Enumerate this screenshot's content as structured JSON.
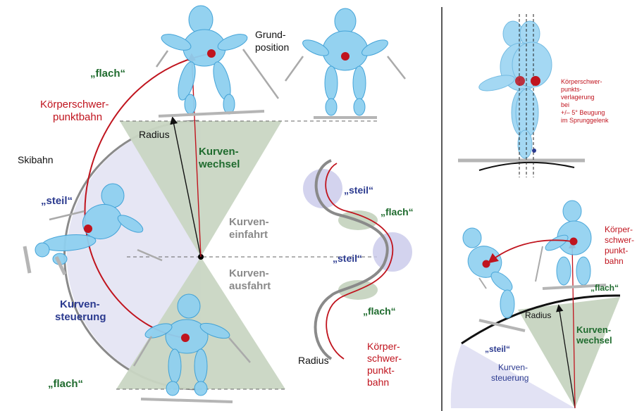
{
  "colors": {
    "red": "#c0141e",
    "blue": "#2b3a8f",
    "green": "#1f6b2e",
    "gray": "#8a8a8a",
    "skier_fill": "#8fd0f0",
    "skier_dark": "#3a9fd6",
    "wedge_green": "#c9d6c3",
    "wedge_lilac": "#dcdcf0"
  },
  "main": {
    "grund_line1": "Grund-",
    "grund_line2": "position",
    "flach_top": "„flach“",
    "kspb_line1": "Körperschwer-",
    "kspb_line2": "punktbahn",
    "radius": "Radius",
    "kurvenwechsel_1": "Kurven-",
    "kurvenwechsel_2": "wechsel",
    "skibahn": "Skibahn",
    "steil": "„steil“",
    "einfahrt_1": "Kurven-",
    "einfahrt_2": "einfahrt",
    "ausfahrt_1": "Kurven-",
    "ausfahrt_2": "ausfahrt",
    "steuerung_1": "Kurven-",
    "steuerung_2": "steuerung",
    "flach_bottom": "„flach“"
  },
  "middle": {
    "steil_1": "„steil“",
    "flach_1": "„flach“",
    "steil_2": "„steil“",
    "flach_2": "„flach“",
    "radius": "Radius",
    "kspb_1": "Körper-",
    "kspb_2": "schwer-",
    "kspb_3": "punkt-",
    "kspb_4": "bahn"
  },
  "top_right": {
    "line1": "Körperschwer-",
    "line2": "punkts-",
    "line3": "verlagerung",
    "line4": "bei",
    "line5": "+/– 5° Beugung",
    "line6": "im Sprunggelenk"
  },
  "bottom_right": {
    "kspb_1": "Körper-",
    "kspb_2": "schwer-",
    "kspb_3": "punkt-",
    "kspb_4": "bahn",
    "flach": "„flach“",
    "radius": "Radius",
    "kw_1": "Kurven-",
    "kw_2": "wechsel",
    "steil": "„steil“",
    "ks_1": "Kurven-",
    "ks_2": "steuerung"
  }
}
